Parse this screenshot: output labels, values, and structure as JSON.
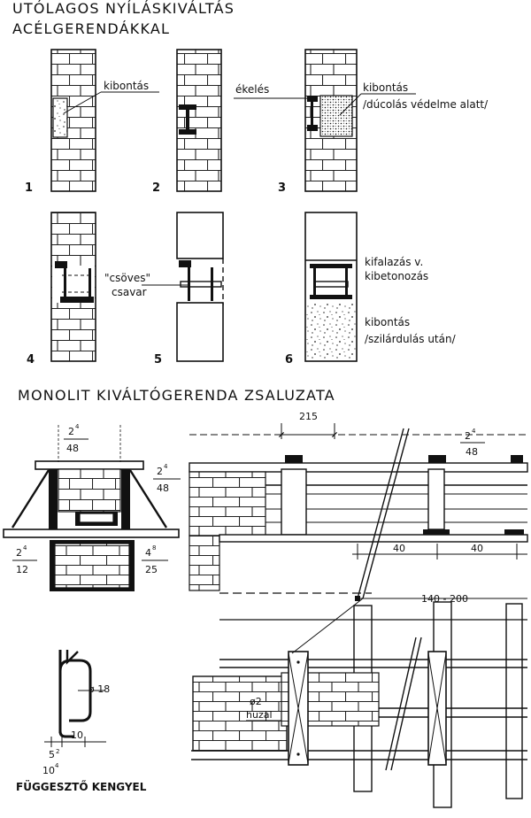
{
  "title": {
    "line1": "UTÓLAGOS NYÍLÁSKIVÁLTÁS",
    "line2": "ACÉLGERENDÁKKAL"
  },
  "steps": {
    "numbers": [
      "1",
      "2",
      "3",
      "4",
      "5",
      "6"
    ],
    "kibontas_1": "kibontás",
    "ekeles": "ékelés",
    "kibontas_3": "kibontás",
    "ducolas": "/dúcolás védelme alatt/",
    "csoves": "\"csöves\"",
    "csavar": "csavar",
    "kifalazas": "kifalazás v.",
    "kibetonozas": "kibetonozás",
    "kibontas_6": "kibontás",
    "szilardulas": "/szilárdulás után/"
  },
  "monolit": {
    "heading": "MONOLIT KIVÁLTÓGERENDA ZSALUZATA",
    "section": {
      "top_main": "2",
      "top_sup": "4",
      "top_den": "48",
      "right_main": "2",
      "right_sup": "4",
      "right_den": "48",
      "left_main": "2",
      "left_sup": "4",
      "left_den": "12",
      "low_main": "4",
      "low_sup": "8",
      "low_den": "25"
    },
    "elevation": {
      "dim_215": "215",
      "dim_top_main": "2",
      "dim_top_sup": "4",
      "dim_top_den": "48",
      "dim_40a": "40",
      "dim_40b": "40",
      "dim_span": "140 - 200"
    },
    "plan": {
      "wire_dia": "ø2",
      "wire_label": "huzal"
    }
  },
  "hanger": {
    "dia": "ø 18",
    "dim_10": "10",
    "dim_5_main": "5",
    "dim_5_sup": "2",
    "dim_10_main": "10",
    "dim_10_sup": "4",
    "caption": "FÜGGESZTŐ KENGYEL"
  }
}
